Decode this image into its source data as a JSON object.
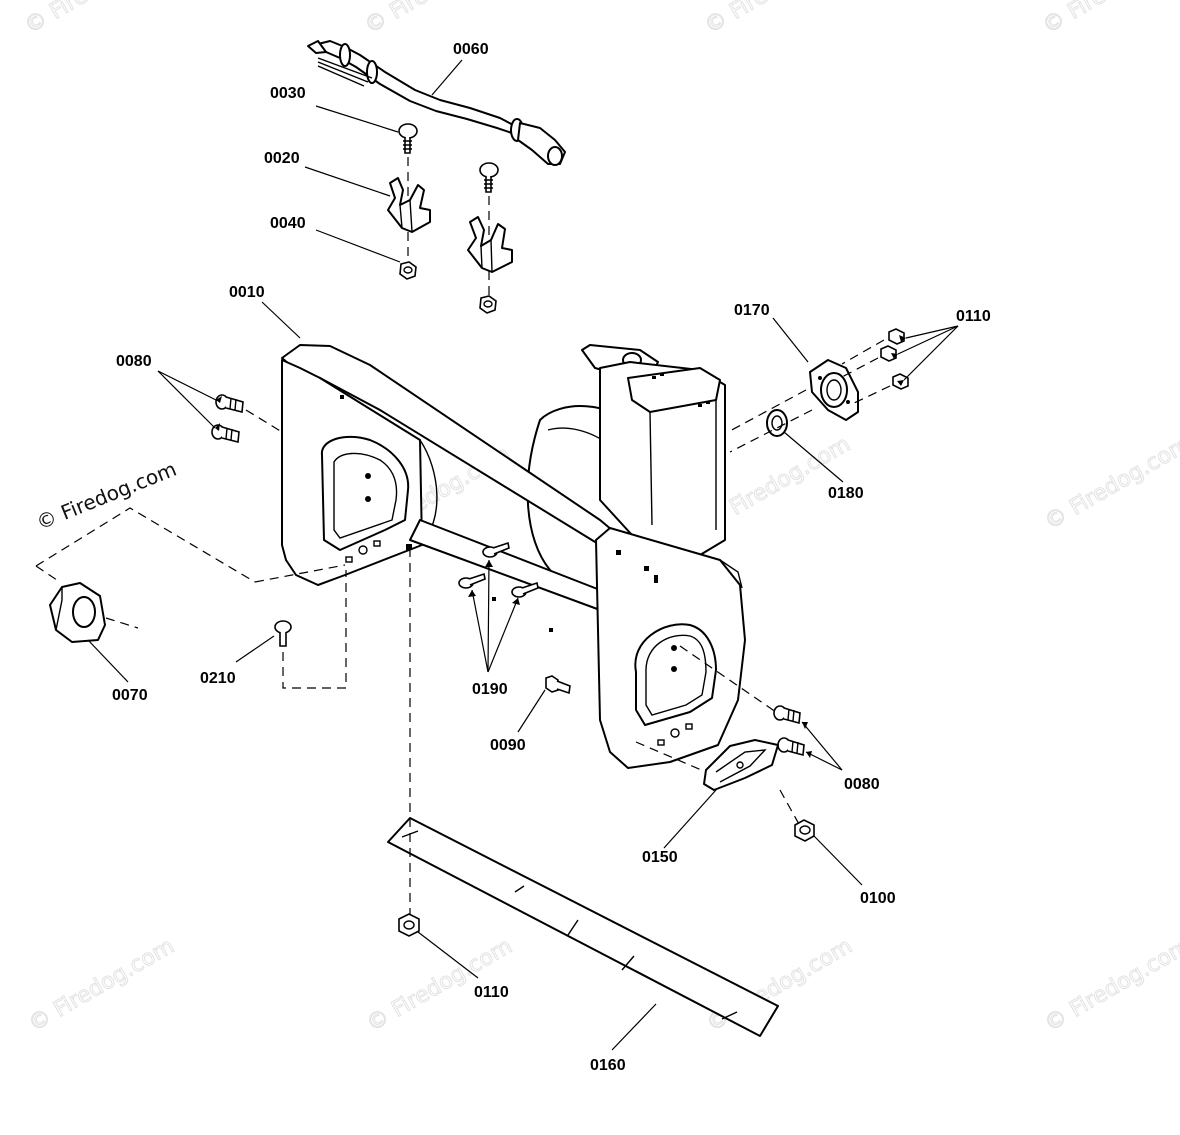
{
  "watermark": {
    "text": "© Firedog.com"
  },
  "callouts": [
    {
      "id": "label-0060",
      "text": "0060"
    },
    {
      "id": "label-0030",
      "text": "0030"
    },
    {
      "id": "label-0020",
      "text": "0020"
    },
    {
      "id": "label-0040",
      "text": "0040"
    },
    {
      "id": "label-0010",
      "text": "0010"
    },
    {
      "id": "label-0170",
      "text": "0170"
    },
    {
      "id": "label-0110-top",
      "text": "0110"
    },
    {
      "id": "label-0080-left",
      "text": "0080"
    },
    {
      "id": "label-0180",
      "text": "0180"
    },
    {
      "id": "label-0070",
      "text": "0070"
    },
    {
      "id": "label-0210",
      "text": "0210"
    },
    {
      "id": "label-0190",
      "text": "0190"
    },
    {
      "id": "label-0090",
      "text": "0090"
    },
    {
      "id": "label-0080-right",
      "text": "0080"
    },
    {
      "id": "label-0150",
      "text": "0150"
    },
    {
      "id": "label-0100",
      "text": "0100"
    },
    {
      "id": "label-0110-bottom",
      "text": "0110"
    },
    {
      "id": "label-0160",
      "text": "0160"
    }
  ]
}
